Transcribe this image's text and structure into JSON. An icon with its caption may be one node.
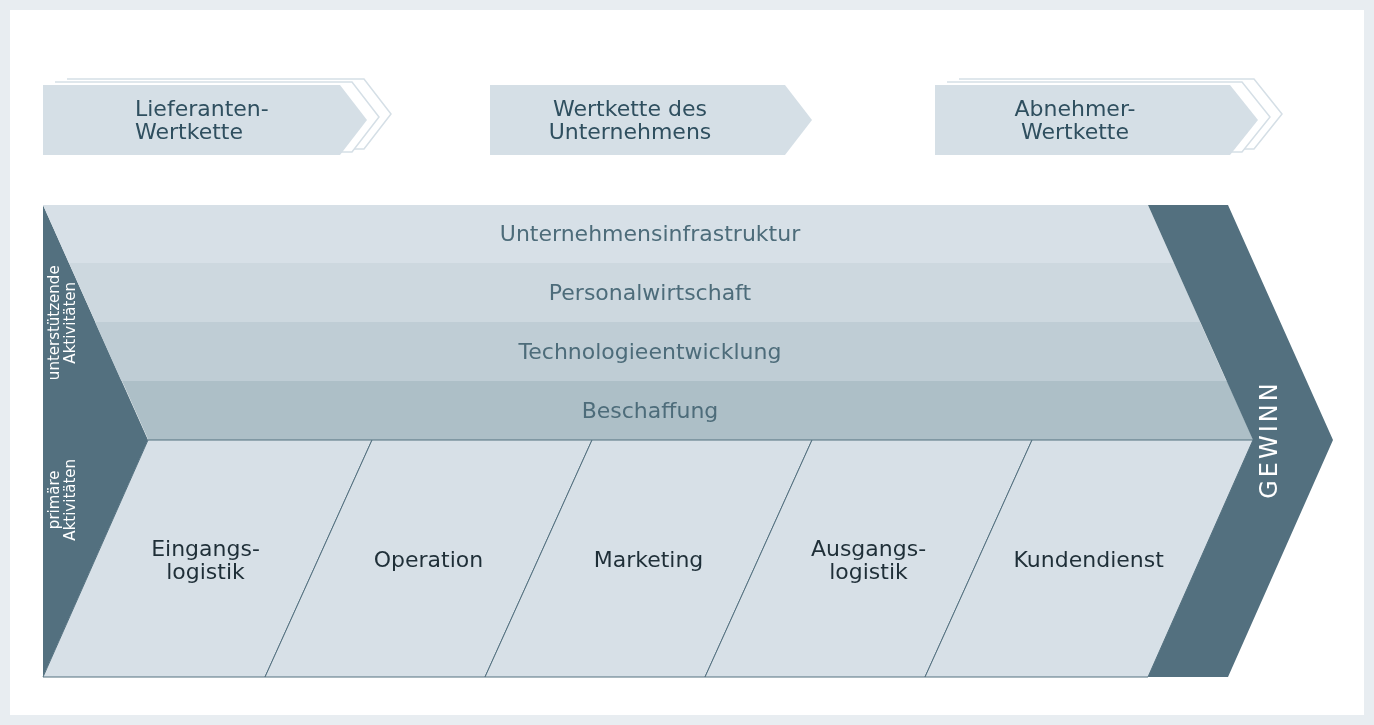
{
  "diagram": {
    "nodes": [
      {
        "text": [
          "Lieferanten- Wertkette"
        ]
      },
      {
        "text": [
          "Wertkette des Unternehmens"
        ]
      },
      {
        "text": [
          "Abnehmer- Wertkette"
        ]
      },
      {
        "text": [
          "unterstützende Aktivitäten"
        ]
      },
      {
        "text": [
          "primäre Aktivitäten"
        ]
      },
      {
        "text": [
          "Unternehmensinfrastruktur"
        ]
      },
      {
        "text": [
          "Personalwirtschaft"
        ]
      },
      {
        "text": [
          "Technologieentwicklung"
        ]
      },
      {
        "text": [
          "Beschaffung"
        ]
      },
      {
        "text": [
          "Eingangs- logistik"
        ]
      },
      {
        "text": [
          "Operation"
        ]
      },
      {
        "text": [
          "Marketing"
        ]
      },
      {
        "text": [
          "Ausgangs- logistik"
        ]
      },
      {
        "text": [
          "Kundendienst"
        ]
      },
      {
        "text": [
          "GEWINN"
        ]
      }
    ],
    "edges": []
  }
}
